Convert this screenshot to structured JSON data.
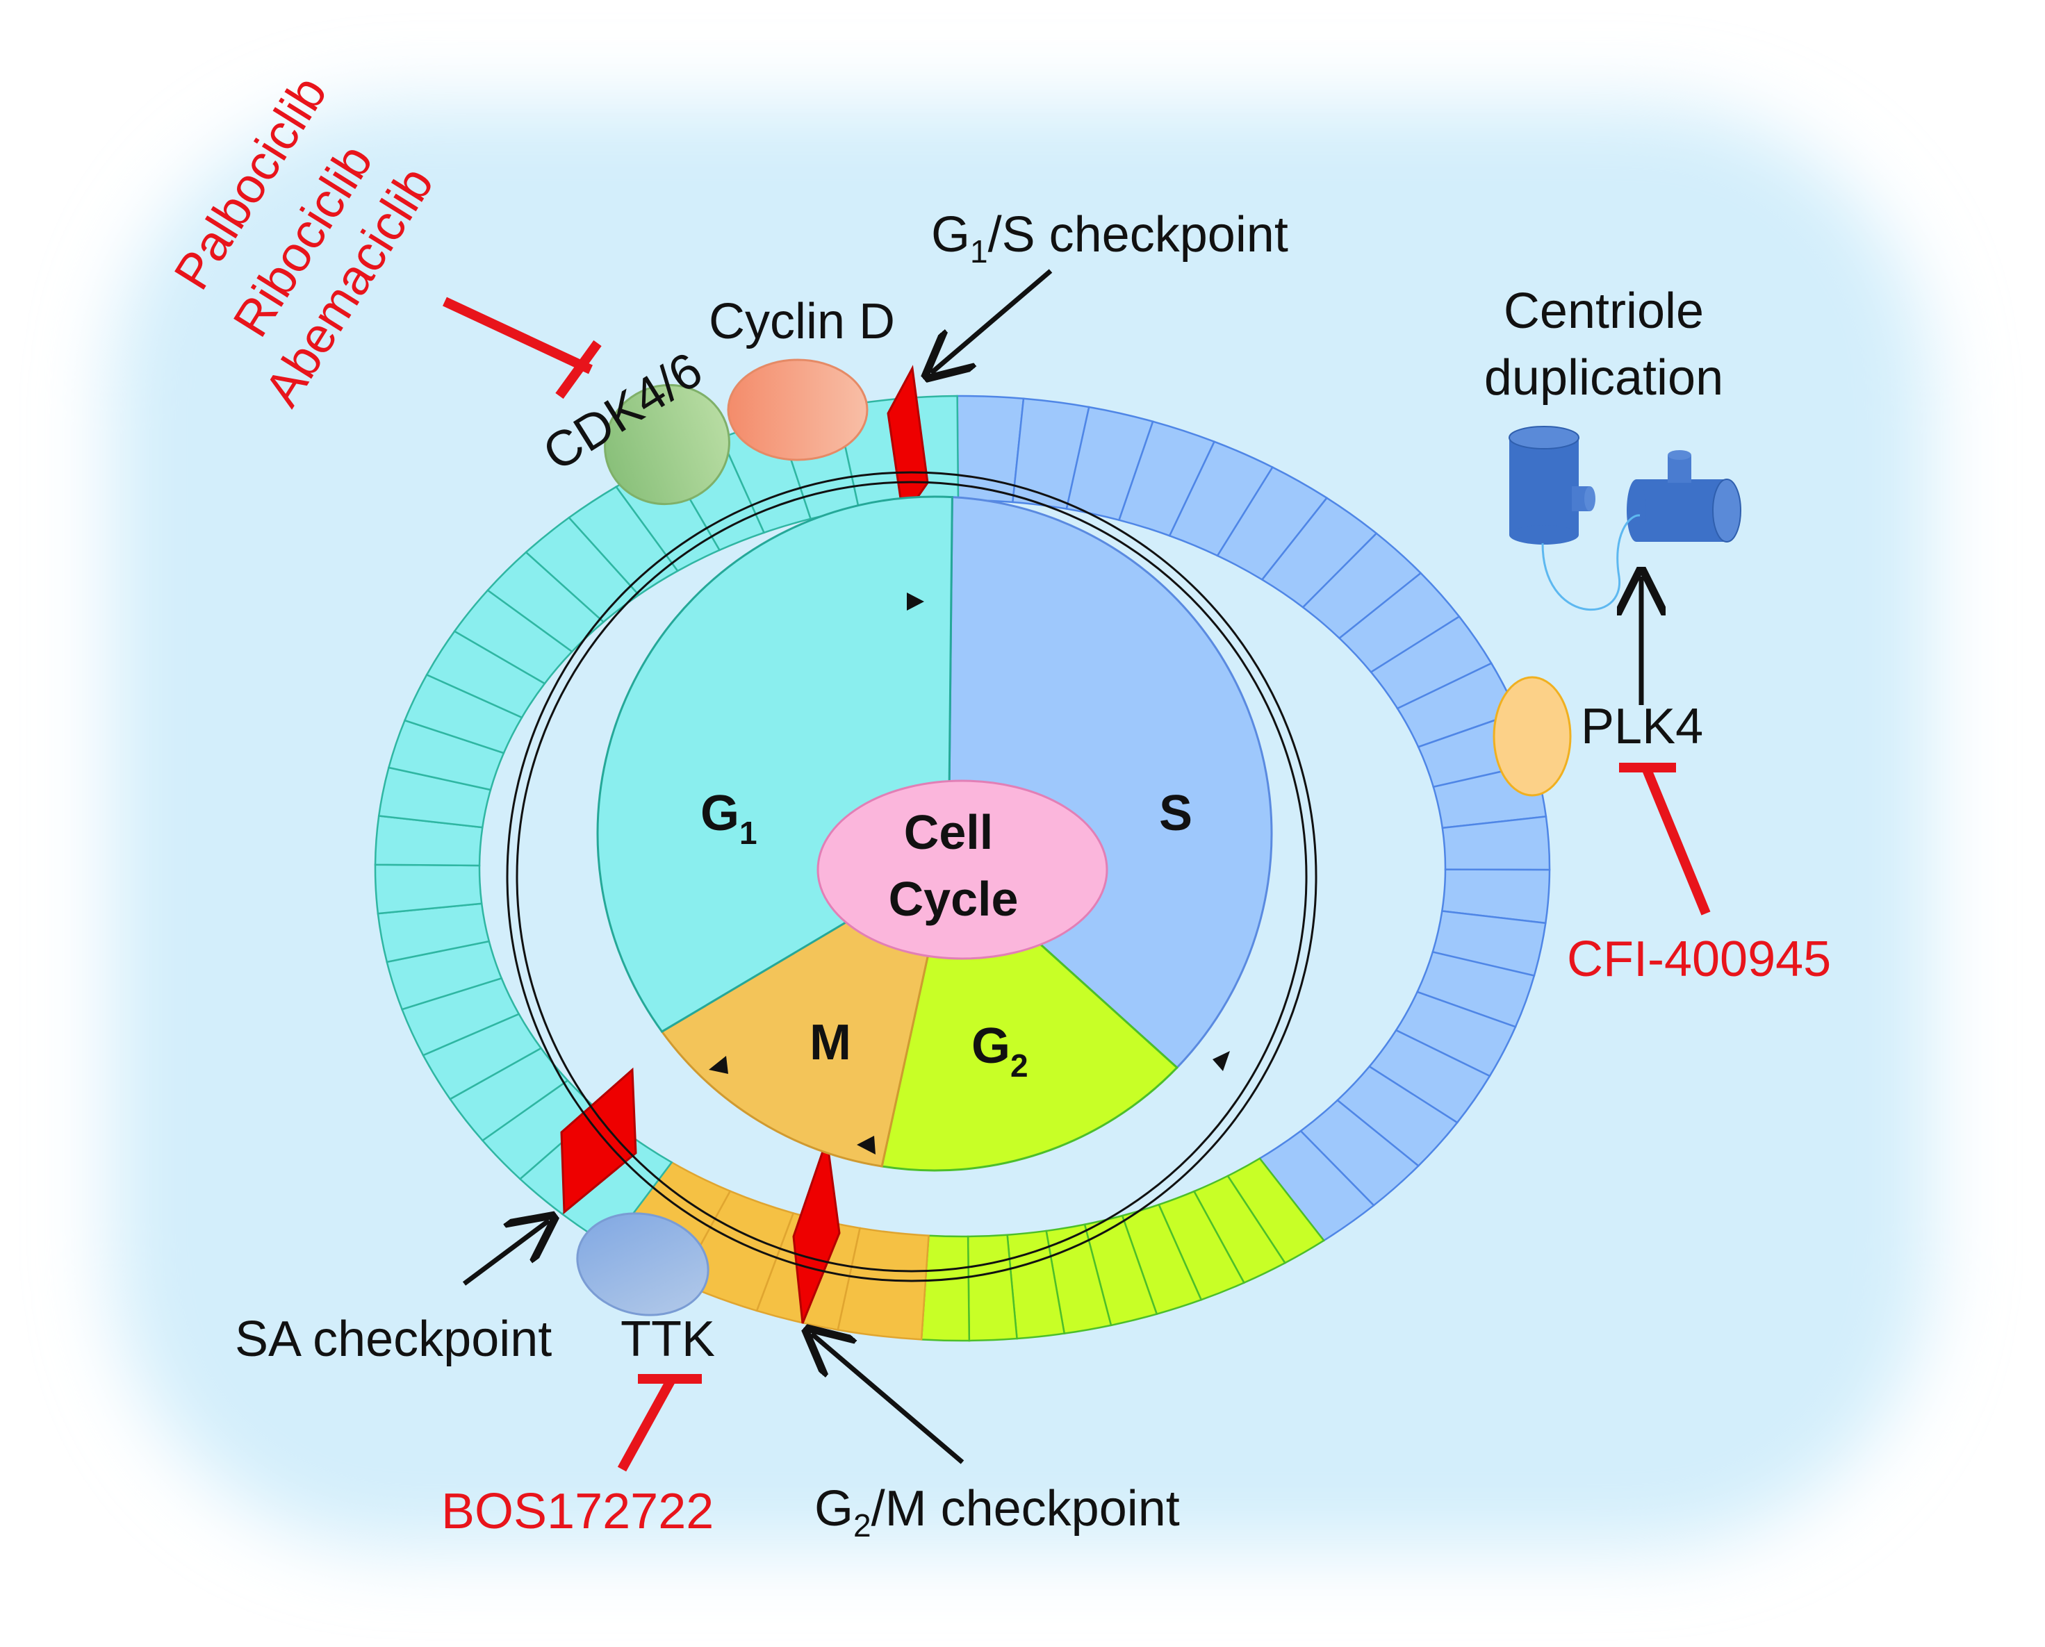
{
  "center_label": {
    "line1": "Cell",
    "line2": "Cycle"
  },
  "phases": [
    {
      "id": "g1",
      "label": "G",
      "sub": "1",
      "color": "#8aeeee"
    },
    {
      "id": "s",
      "label": "S",
      "sub": "",
      "color": "#9ec8fc"
    },
    {
      "id": "g2",
      "label": "G",
      "sub": "2",
      "color": "#c8ff26"
    },
    {
      "id": "m",
      "label": "M",
      "sub": "",
      "color": "#f3c459"
    }
  ],
  "checkpoints": {
    "g1s": {
      "pre": "G",
      "sub": "1",
      "post": "/S checkpoint"
    },
    "g2m": {
      "pre": "G",
      "sub": "2",
      "post": "/M checkpoint"
    },
    "sa": {
      "text": "SA checkpoint"
    }
  },
  "proteins": {
    "cdk46": "CDK4/6",
    "cyclin_d": "Cyclin D",
    "plk4": "PLK4",
    "ttk": "TTK"
  },
  "process": {
    "line1": "Centriole",
    "line2": "duplication"
  },
  "drugs": {
    "cdk46_inhibitors": [
      "Palbociclib",
      "Ribociclib",
      "Abemaciclib"
    ],
    "plk4_inhibitor": "CFI-400945",
    "ttk_inhibitor": "BOS172722"
  },
  "colors": {
    "g1_ring": "#8aeeee",
    "s_ring": "#9ec8fc",
    "g2_ring": "#c8ff26",
    "m_ring": "#f5c144",
    "checkpoint": "#ee0000",
    "inhibitor": "#e8141b",
    "cdk46": "#9fcb87",
    "cyclin_d": "#f6a98b",
    "plk4": "#fcd188",
    "ttk": "#92b4e4",
    "center": "#fbb6dc",
    "centriole": "#3d71c8"
  }
}
